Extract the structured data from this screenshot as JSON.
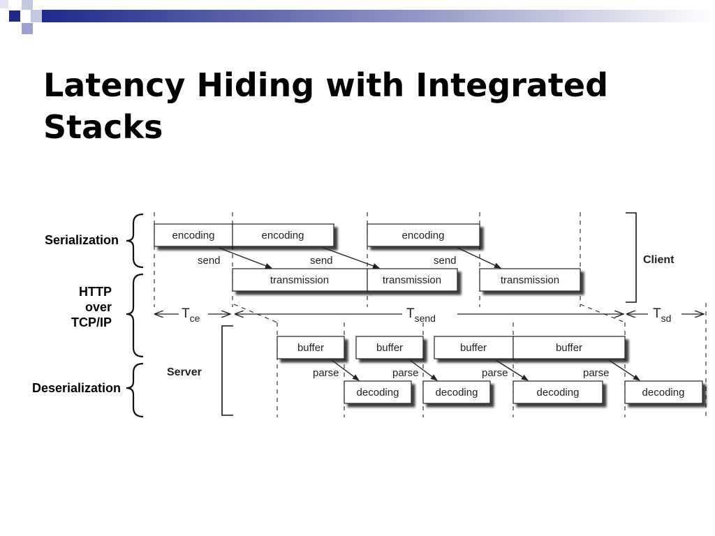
{
  "slide": {
    "title_line1": "Latency Hiding with Integrated",
    "title_line2": "Stacks",
    "accent_color": "#1f2a8a"
  },
  "side_labels": {
    "serialization": "Serialization",
    "http_line1": "HTTP",
    "http_line2": "over",
    "http_line3": "TCP/IP",
    "deserialization": "Deserialization"
  },
  "diagram": {
    "client_label": "Client",
    "server_label": "Server",
    "send_label": "send",
    "parse_label": "parse",
    "encoding_boxes": [
      "encoding",
      "encoding",
      "encoding"
    ],
    "transmission_boxes": [
      "transmission",
      "transmission",
      "transmission"
    ],
    "buffer_boxes": [
      "buffer",
      "buffer",
      "buffer",
      "buffer"
    ],
    "decoding_boxes": [
      "decoding",
      "decoding",
      "decoding",
      "decoding"
    ],
    "timing": {
      "tce_main": "T",
      "tce_sub": "ce",
      "tsend_main": "T",
      "tsend_sub": "send",
      "tsd_main": "T",
      "tsd_sub": "sd"
    }
  }
}
